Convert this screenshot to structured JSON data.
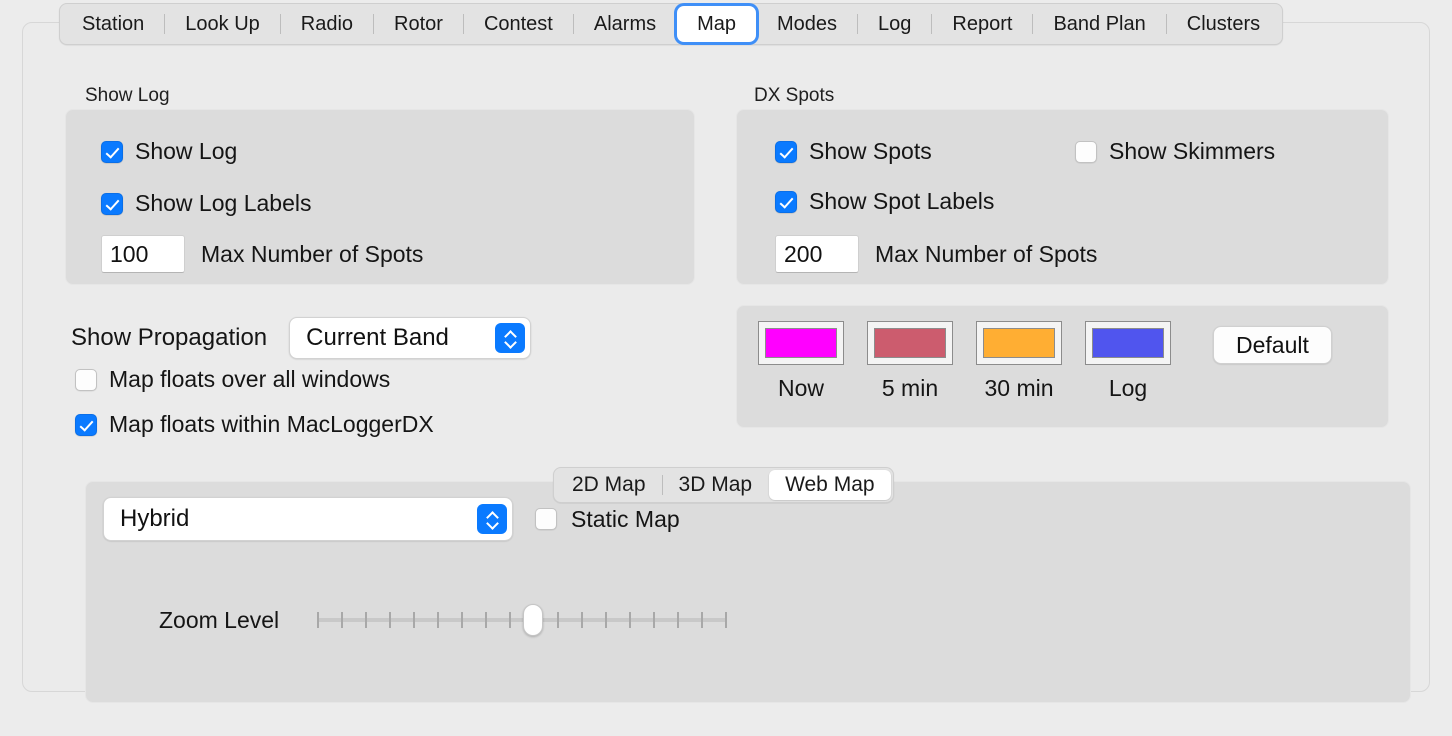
{
  "tabs": [
    {
      "label": "Station",
      "selected": false
    },
    {
      "label": "Look Up",
      "selected": false
    },
    {
      "label": "Radio",
      "selected": false
    },
    {
      "label": "Rotor",
      "selected": false
    },
    {
      "label": "Contest",
      "selected": false
    },
    {
      "label": "Alarms",
      "selected": false
    },
    {
      "label": "Map",
      "selected": true
    },
    {
      "label": "Modes",
      "selected": false
    },
    {
      "label": "Log",
      "selected": false
    },
    {
      "label": "Report",
      "selected": false
    },
    {
      "label": "Band Plan",
      "selected": false
    },
    {
      "label": "Clusters",
      "selected": false
    }
  ],
  "show_log": {
    "group_title": "Show Log",
    "show_log_label": "Show Log",
    "show_log_checked": true,
    "show_log_labels_label": "Show Log Labels",
    "show_log_labels_checked": true,
    "max_spots_value": "100",
    "max_spots_label": "Max Number of Spots"
  },
  "dx_spots": {
    "group_title": "DX Spots",
    "show_spots_label": "Show Spots",
    "show_spots_checked": true,
    "show_skimmers_label": "Show Skimmers",
    "show_skimmers_checked": false,
    "show_spot_labels_label": "Show Spot Labels",
    "show_spot_labels_checked": true,
    "max_spots_value": "200",
    "max_spots_label": "Max Number of Spots"
  },
  "propagation": {
    "label": "Show Propagation",
    "selected_band": "Current Band",
    "options": [
      "Current Band"
    ],
    "float_over_all_label": "Map floats over all windows",
    "float_over_all_checked": false,
    "float_within_label": "Map floats within MacLoggerDX",
    "float_within_checked": true
  },
  "colors": {
    "default_button": "Default",
    "swatches": [
      {
        "caption": "Now",
        "color": "#FF00FF"
      },
      {
        "caption": "5 min",
        "color": "#CC5C6E"
      },
      {
        "caption": "30 min",
        "color": "#FFAE33"
      },
      {
        "caption": "Log",
        "color": "#5055EE"
      }
    ]
  },
  "map_tabs": [
    {
      "label": "2D Map",
      "selected": false
    },
    {
      "label": "3D Map",
      "selected": false
    },
    {
      "label": "Web Map",
      "selected": true
    }
  ],
  "web_map": {
    "map_type": "Hybrid",
    "map_type_options": [
      "Hybrid"
    ],
    "static_map_label": "Static Map",
    "static_map_checked": false,
    "zoom_level_label": "Zoom Level",
    "zoom_tick_count": 18,
    "zoom_thumb_index": 9
  }
}
